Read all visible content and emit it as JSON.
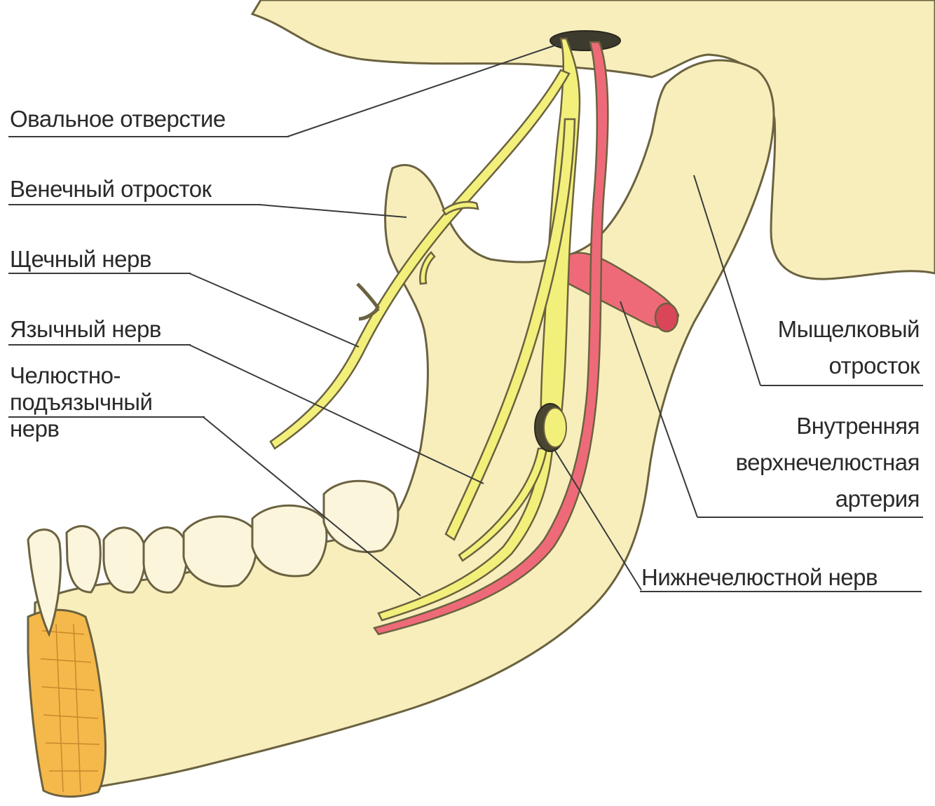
{
  "labels": {
    "oval_foramen": "Овальное отверстие",
    "coronoid_process": "Венечный отросток",
    "buccal_nerve": "Щечный нерв",
    "lingual_nerve": "Язычный нерв",
    "mylohyoid_nerve": [
      "Челюстно-",
      "подъязычный",
      "нерв"
    ],
    "condylar_process": [
      "Мыщелковый",
      "отросток"
    ],
    "maxillary_artery": [
      "Внутренняя",
      "верхнечелюстная",
      "артерия"
    ],
    "mandibular_nerve": "Нижнечелюстной нерв"
  },
  "colors": {
    "bone": "#f7eebc",
    "bone_outline": "#6b6240",
    "nerve": "#f2f07a",
    "artery": "#ef6a78",
    "marrow": "#f5b84a",
    "leader_line": "#3a3a3a"
  }
}
